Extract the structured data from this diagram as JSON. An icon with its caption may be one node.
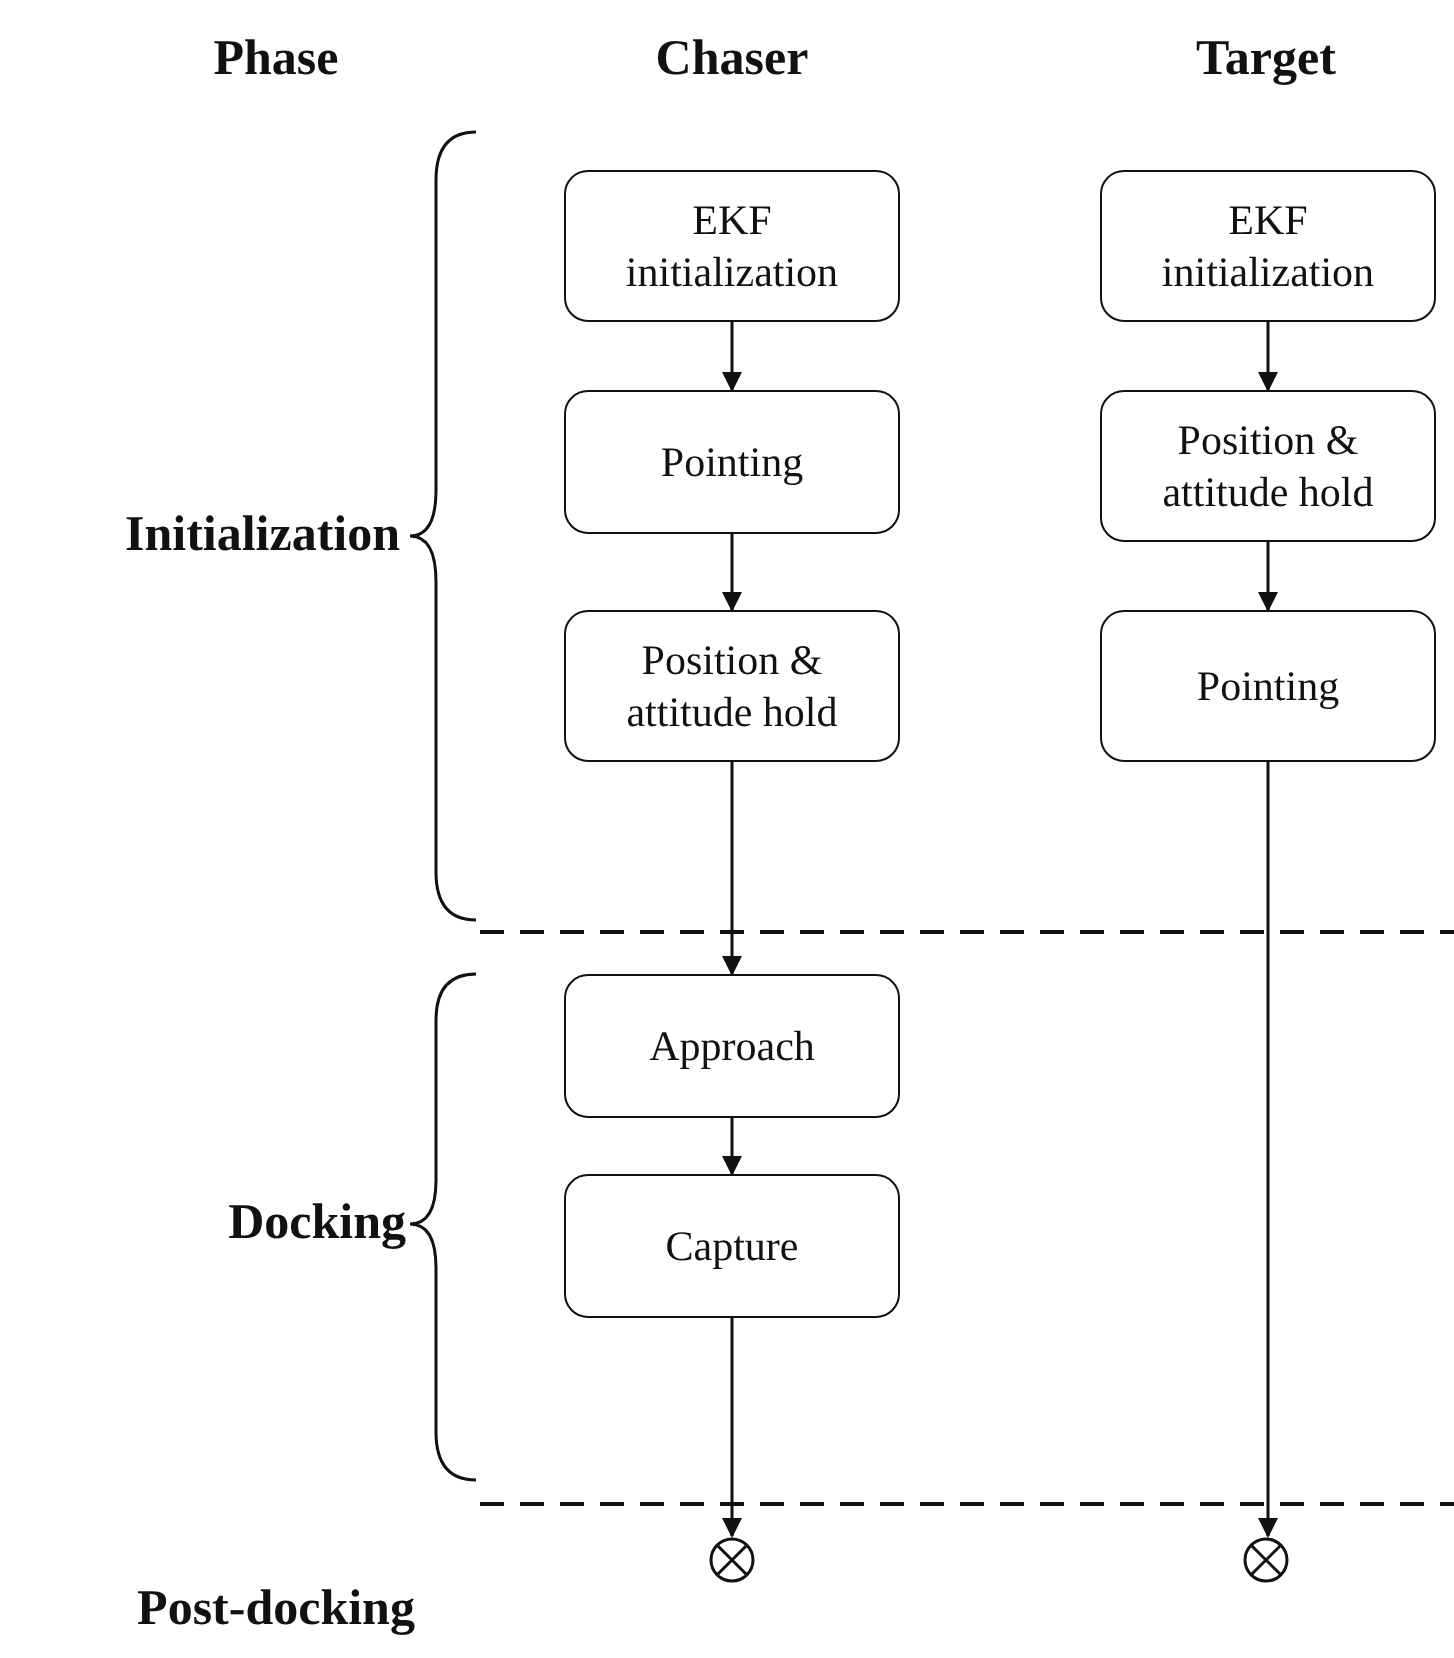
{
  "diagram": {
    "nodes": [
      {
        "text": [
          "EKF initialization"
        ]
      },
      {
        "text": [
          "EKF initialization"
        ]
      },
      {
        "text": [
          "Pointing"
        ]
      },
      {
        "text": [
          "Position & attitude hold"
        ]
      },
      {
        "text": [
          "Position & attitude hold"
        ]
      },
      {
        "text": [
          "Pointing"
        ]
      },
      {
        "text": [
          "Approach"
        ]
      },
      {
        "text": [
          "Capture"
        ]
      },
      {
        "text": [],
        "shape": "circle"
      },
      {
        "text": [],
        "shape": "circle"
      }
    ],
    "edges": [
      {
        "from": 0,
        "to": 2,
        "arrow": "to"
      },
      {
        "from": 2,
        "to": 4,
        "arrow": "to"
      },
      {
        "from": 4,
        "to": 6,
        "arrow": "to"
      },
      {
        "from": 6,
        "to": 7,
        "arrow": "to"
      },
      {
        "from": 7,
        "to": 8,
        "arrow": "to"
      },
      {
        "from": 1,
        "to": 3,
        "arrow": "to"
      },
      {
        "from": 3,
        "to": 5,
        "arrow": "to"
      },
      {
        "from": 5,
        "to": 9,
        "arrow": "to"
      }
    ],
    "labels": [
      "Phase",
      "Chaser",
      "Target",
      "Initialization",
      "Docking",
      "Post-docking"
    ]
  }
}
